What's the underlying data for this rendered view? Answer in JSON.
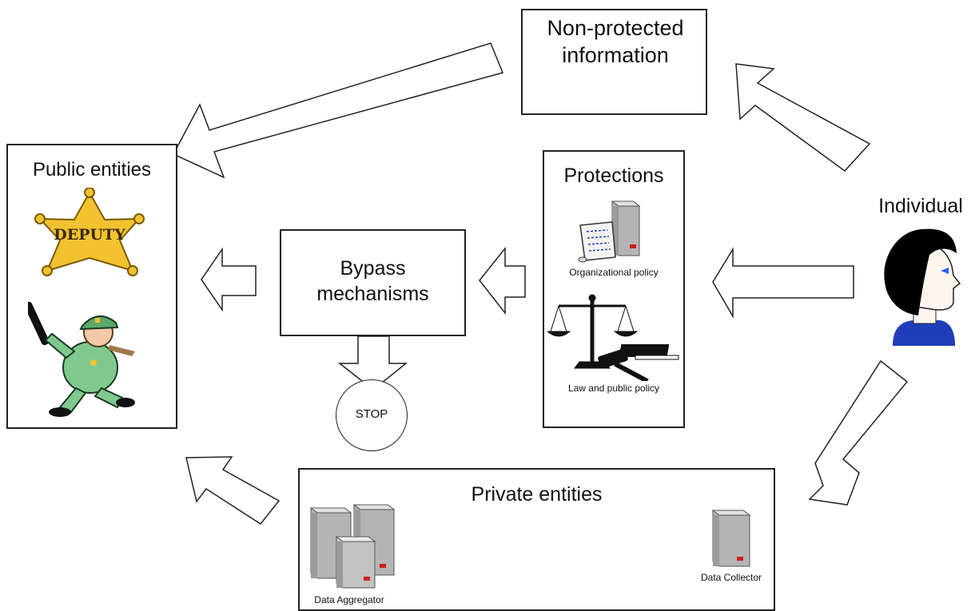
{
  "nodes": {
    "non_protected": {
      "label": "Non-protected information"
    },
    "public_entities": {
      "label": "Public entities",
      "badge_text": "DEPUTY"
    },
    "bypass": {
      "label": "Bypass mechanisms"
    },
    "stop": {
      "label": "STOP"
    },
    "protections": {
      "label": "Protections",
      "org_policy": "Organizational policy",
      "law_policy": "Law and public policy"
    },
    "individual": {
      "label": "Individual"
    },
    "private_entities": {
      "label": "Private entities",
      "aggregator": "Data Aggregator",
      "collector": "Data Collector"
    }
  },
  "colors": {
    "outline": "#222222",
    "server_gray": "#b4b4b4",
    "server_light": "#e2e2e2",
    "server_red": "#cc1f1f",
    "badge_gold": "#f2c230",
    "officer_green": "#7fc98f",
    "person_hair": "#000000",
    "person_shirt": "#1f3fb8"
  },
  "icons": [
    "deputy-star-icon",
    "police-officer-icon",
    "server-icon",
    "document-icon",
    "scales-icon",
    "gavel-icon",
    "book-icon",
    "person-icon"
  ]
}
